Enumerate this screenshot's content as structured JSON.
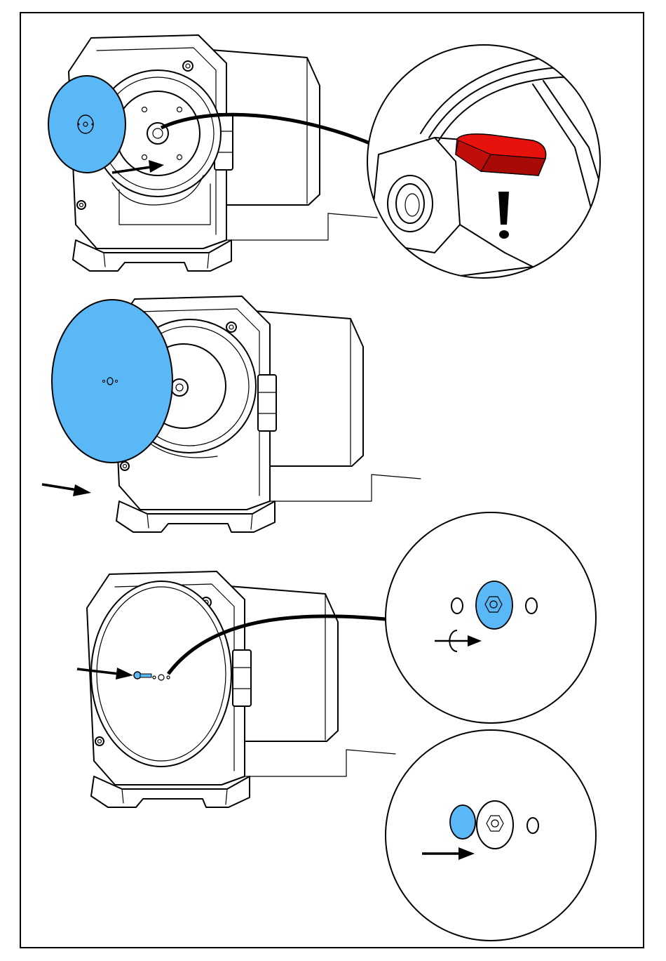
{
  "figure": {
    "steps": [
      {
        "id": "step-1",
        "description_icon": "pump-with-cover-and-detail-zoom"
      },
      {
        "id": "step-2",
        "description_icon": "pump-cover-removal"
      },
      {
        "id": "step-3",
        "description_icon": "pump-screw-removal-with-two-zooms"
      }
    ],
    "warning": {
      "glyph": "!",
      "icon": "exclamation-icon"
    }
  },
  "colors": {
    "part_highlight": "#5bb8f6",
    "warning_tab": "#e8120c",
    "warning_tab_dark": "#a80b07",
    "line": "#000000",
    "background": "#ffffff"
  }
}
